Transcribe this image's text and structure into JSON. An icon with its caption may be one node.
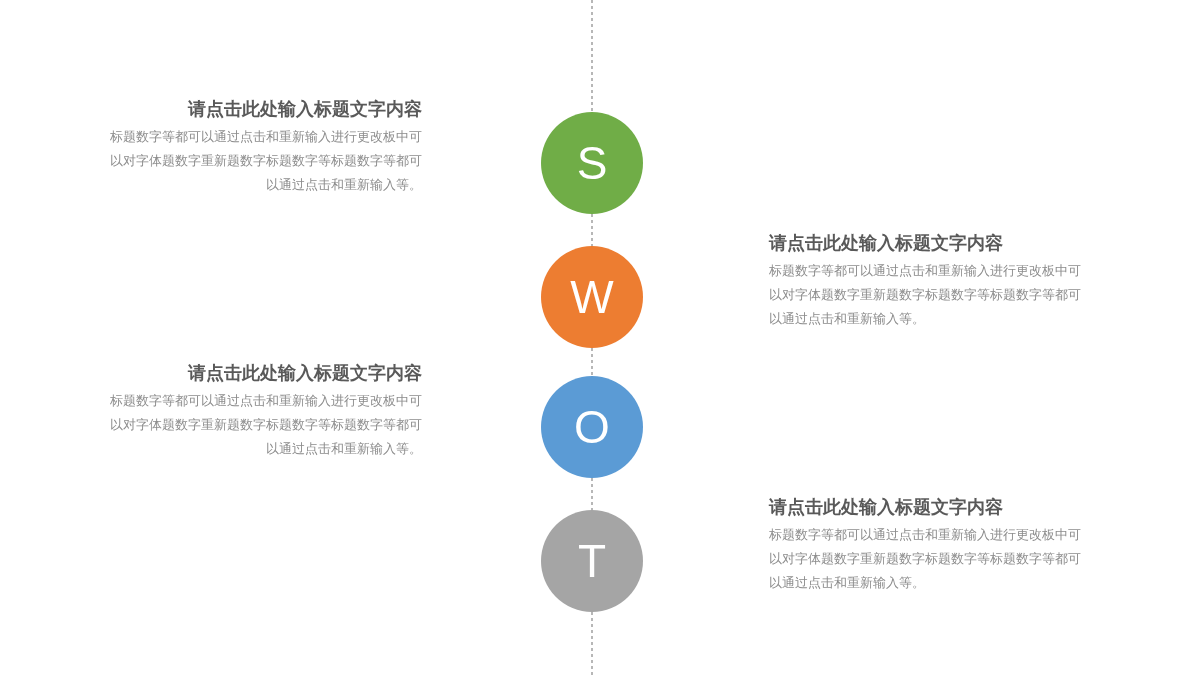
{
  "diagram": {
    "nodes": [
      {
        "text": [
          "S"
        ],
        "beside": [
          "请点击此处输入标题文字内容",
          "标题数字等都可以通过点击和重新输入进行更改板中可以对字体题数字重新题数字标题数字等标题数字等都可以通过点击和重新输入等。"
        ]
      },
      {
        "text": [
          "W"
        ],
        "beside": [
          "请点击此处输入标题文字内容",
          "标题数字等都可以通过点击和重新输入进行更改板中可以对字体题数字重新题数字标题数字等标题数字等都可以通过点击和重新输入等。"
        ]
      },
      {
        "text": [
          "O"
        ],
        "beside": [
          "请点击此处输入标题文字内容",
          "标题数字等都可以通过点击和重新输入进行更改板中可以对字体题数字重新题数字标题数字等标题数字等都可以通过点击和重新输入等。"
        ]
      },
      {
        "text": [
          "T"
        ],
        "beside": [
          "请点击此处输入标题文字内容",
          "标题数字等都可以通过点击和重新输入进行更改板中可以对字体题数字重新题数字标题数字等标题数字等都可以通过点击和重新输入等。"
        ]
      }
    ],
    "edges": [
      {
        "from": 0,
        "to": 1,
        "arrow": "none",
        "style": "dashed"
      },
      {
        "from": 1,
        "to": 2,
        "arrow": "none",
        "style": "dashed"
      },
      {
        "from": 2,
        "to": 3,
        "arrow": "none",
        "style": "dashed"
      }
    ]
  }
}
